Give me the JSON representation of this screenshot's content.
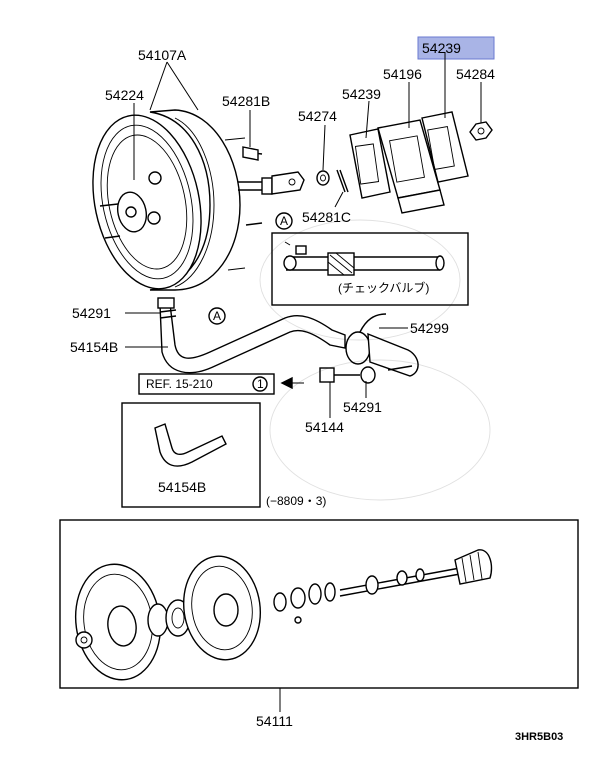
{
  "diagram": {
    "code": "3HR5B03",
    "callouts": {
      "p54107A": "54107A",
      "p54224": "54224",
      "p54281B": "54281B",
      "p54274": "54274",
      "p54239_a": "54239",
      "p54239_b": "54239",
      "p54196": "54196",
      "p54284": "54284",
      "p54281C": "54281C",
      "p54291_a": "54291",
      "p54154B_a": "54154B",
      "p54299": "54299",
      "p54291_b": "54291",
      "p54144": "54144",
      "p54154B_b": "54154B",
      "p54111": "54111"
    },
    "marker_a": "A",
    "check_valve": "(チェックバルブ)",
    "ref": {
      "text": "REF. 15-210",
      "num": "1"
    },
    "date_note": "(−8809・3)"
  }
}
